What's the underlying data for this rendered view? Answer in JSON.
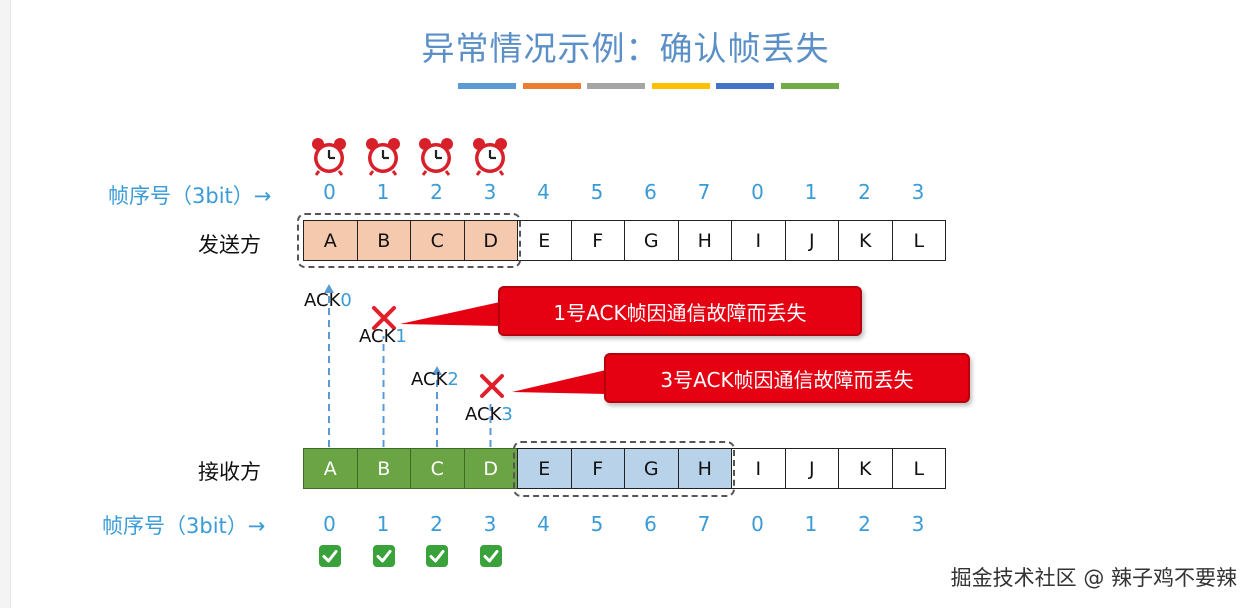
{
  "title": "异常情况示例：确认帧丢失",
  "color_bars": [
    "#5b9bd5",
    "#ed7d31",
    "#a5a5a5",
    "#ffc000",
    "#4472c4",
    "#70ad47"
  ],
  "sender": {
    "seq_label": "帧序号（3bit）→",
    "row_label": "发送方",
    "seq_numbers": [
      "0",
      "1",
      "2",
      "3",
      "4",
      "5",
      "6",
      "7",
      "0",
      "1",
      "2",
      "3"
    ],
    "frames": [
      "A",
      "B",
      "C",
      "D",
      "E",
      "F",
      "G",
      "H",
      "I",
      "J",
      "K",
      "L"
    ],
    "timer_icons": [
      "alarm-clock-icon",
      "alarm-clock-icon",
      "alarm-clock-icon",
      "alarm-clock-icon"
    ]
  },
  "receiver": {
    "seq_label": "帧序号（3bit）→",
    "row_label": "接收方",
    "seq_numbers": [
      "0",
      "1",
      "2",
      "3",
      "4",
      "5",
      "6",
      "7",
      "0",
      "1",
      "2",
      "3"
    ],
    "frames": [
      "A",
      "B",
      "C",
      "D",
      "E",
      "F",
      "G",
      "H",
      "I",
      "J",
      "K",
      "L"
    ],
    "check_icons": [
      "check-box-icon",
      "check-box-icon",
      "check-box-icon",
      "check-box-icon"
    ]
  },
  "acks": [
    {
      "prefix": "ACK",
      "num": "0",
      "lost": false
    },
    {
      "prefix": "ACK",
      "num": "1",
      "lost": true
    },
    {
      "prefix": "ACK",
      "num": "2",
      "lost": false
    },
    {
      "prefix": "ACK",
      "num": "3",
      "lost": true
    }
  ],
  "callouts": [
    "1号ACK帧因通信故障而丢失",
    "3号ACK帧因通信故障而丢失"
  ],
  "colors": {
    "sent_window": "#f5c9ad",
    "received": "#6aa444",
    "receive_window": "#b8d2ea",
    "callout": "#e50012",
    "lost_mark": "#e0202a",
    "arrow": "#5b9bd5"
  },
  "watermark": "掘金技术社区 @ 辣子鸡不要辣"
}
